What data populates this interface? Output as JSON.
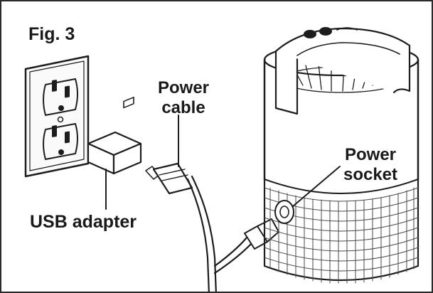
{
  "figure": {
    "title": "Fig. 3",
    "labels": {
      "power_cable_line1": "Power",
      "power_cable_line2": "cable",
      "power_socket_line1": "Power",
      "power_socket_line2": "socket",
      "usb_adapter": "USB adapter"
    }
  }
}
